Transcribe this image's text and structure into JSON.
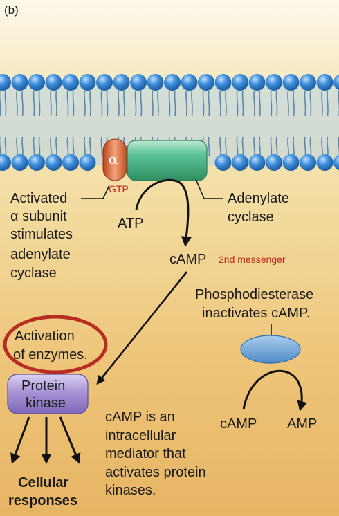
{
  "corner_label": "(b)",
  "alpha_symbol": "α",
  "gtp": "GTP",
  "activated_label": [
    "Activated",
    "α subunit",
    "stimulates",
    "adenylate",
    "cyclase"
  ],
  "adenylate_label": [
    "Adenylate",
    "cyclase"
  ],
  "atp": "ATP",
  "camp_main": "cAMP",
  "second_messenger": "2nd messenger",
  "phosphodiesterase_label": [
    "Phosphodiesterase",
    "inactivates cAMP."
  ],
  "activation_label": [
    "Activation",
    "of enzymes."
  ],
  "protein_kinase": [
    "Protein",
    "kinase"
  ],
  "camp_left": "cAMP",
  "amp_right": "AMP",
  "camp_mediator": [
    "cAMP is an",
    "intracellular",
    "mediator that",
    "activates protein",
    "kinases."
  ],
  "cellular_responses": [
    "Cellular",
    "responses"
  ],
  "colors": {
    "alpha_subunit": "#d9622e",
    "adenylate_cyclase": "#4fb886",
    "protein_kinase": "#a18fd0",
    "phosphodiesterase": "#6aa3d4",
    "highlight_circle": "#b72d22",
    "phospholipid_head": "#3b82cc"
  }
}
